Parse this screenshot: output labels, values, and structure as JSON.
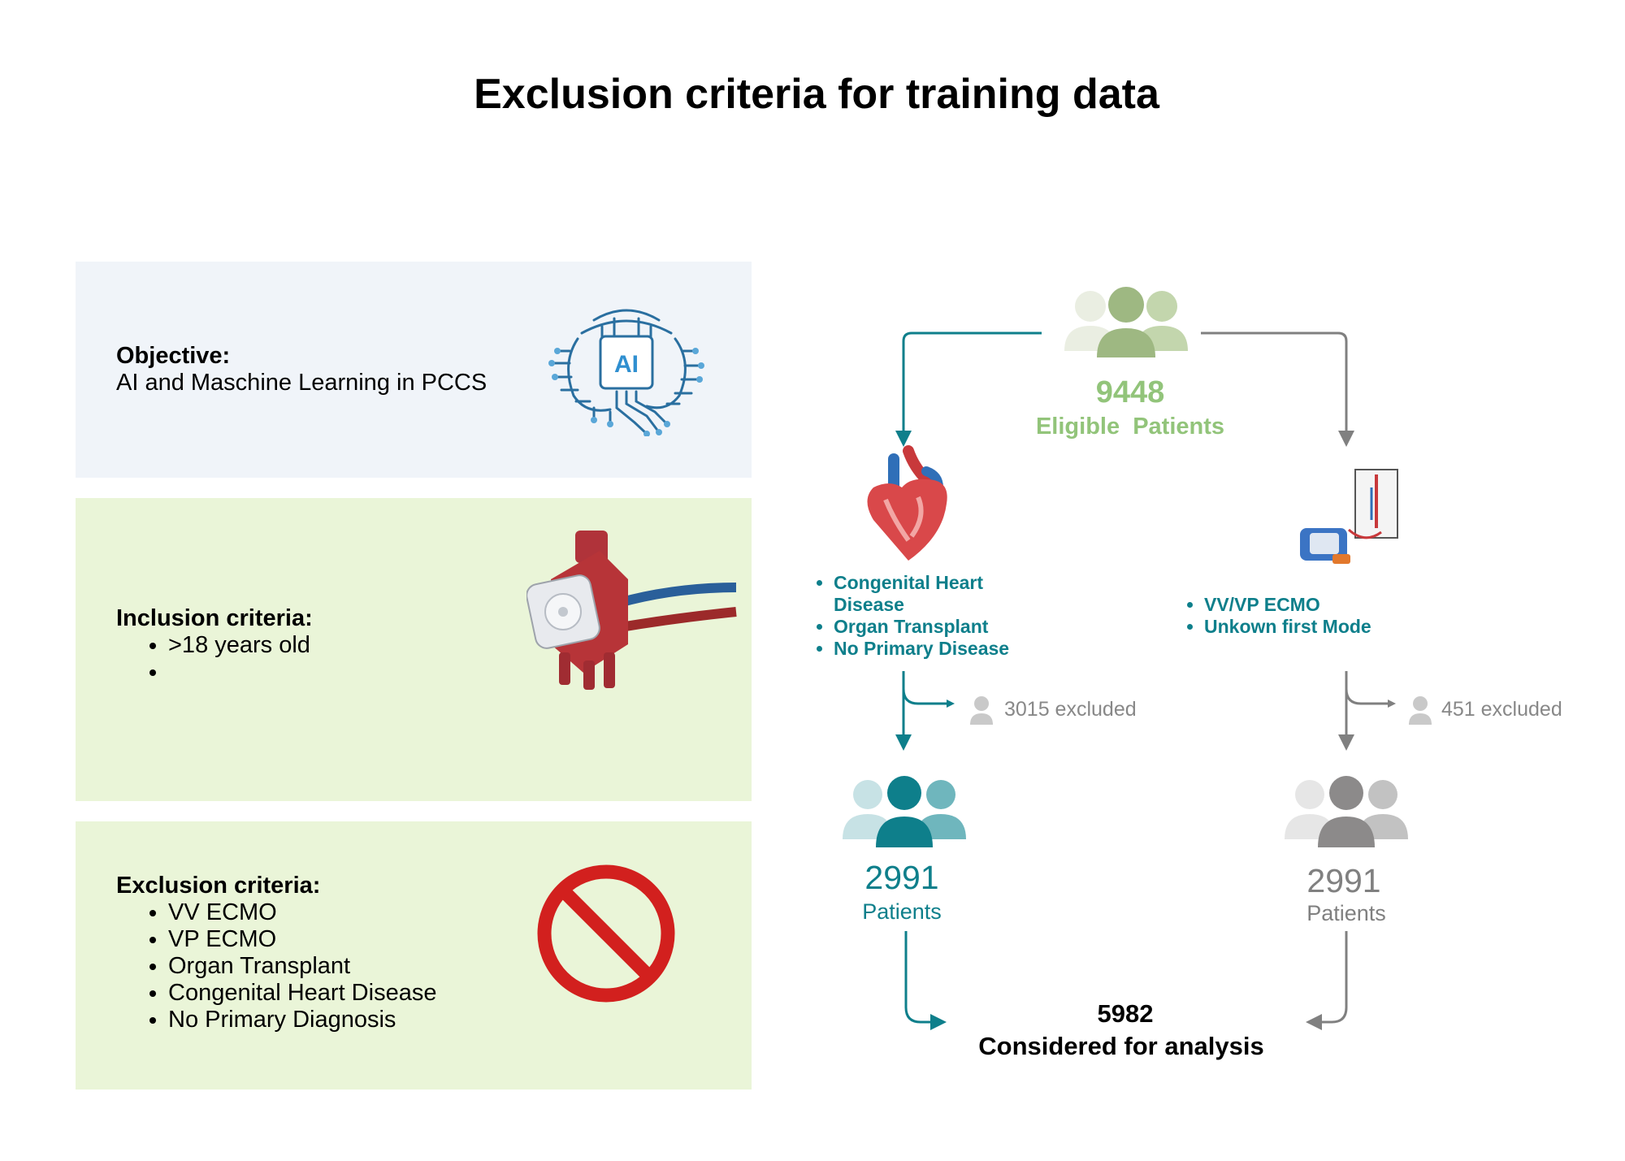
{
  "title": "Exclusion criteria for training data",
  "objective": {
    "heading": "Objective:",
    "text": "AI and Maschine Learning in PCCS",
    "icon_text": "AI",
    "icon": "ai-brain-circuit-icon"
  },
  "inclusion": {
    "heading": "Inclusion criteria:",
    "items": [
      ">18 years old",
      ""
    ],
    "icon": "ecmo-pump-icon"
  },
  "exclusion": {
    "heading": "Exclusion criteria:",
    "items": [
      "VV ECMO",
      "VP ECMO",
      "Organ Transplant",
      "Congenital Heart Disease",
      "No Primary Diagnosis"
    ],
    "icon": "prohibited-icon"
  },
  "flow": {
    "eligible": {
      "count": "9448",
      "label": "Eligible  Patients"
    },
    "left_branch": {
      "criteria": [
        "Congenital Heart Disease",
        "Organ Transplant",
        "No Primary Disease"
      ],
      "excluded": "3015 excluded",
      "result_count": "2991",
      "result_label": "Patients",
      "icon": "heart-icon"
    },
    "right_branch": {
      "criteria": [
        "VV/VP ECMO",
        "Unkown first Mode"
      ],
      "excluded": "451 excluded",
      "result_count": "2991",
      "result_label": "Patients",
      "icon": "ecmo-machine-icon"
    },
    "final": {
      "count": "5982",
      "label": "Considered for analysis"
    }
  },
  "colors": {
    "green": "#92c47a",
    "teal": "#0e7f8b",
    "grey": "#808080",
    "objective_bg": "#f0f4f9",
    "criteria_bg": "#eaf5d8",
    "prohibit_red": "#d2201e"
  }
}
